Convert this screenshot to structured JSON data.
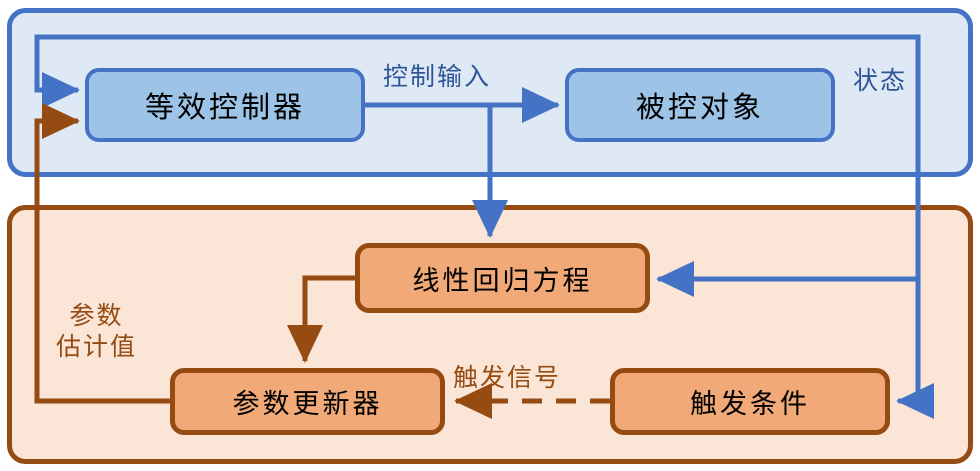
{
  "diagram": {
    "title": "Event-triggered adaptive control block diagram",
    "colors": {
      "blue_border": "#4472C4",
      "blue_fill": "#9DC3E6",
      "blue_panel": "#DEE9F5",
      "brown_border": "#964B12",
      "orange_fill": "#F0A977",
      "orange_panel": "#FAE5D6",
      "blue_text": "#2E5596",
      "brown_text": "#964B12"
    },
    "groups": {
      "control_loop": "",
      "estimation_loop": ""
    },
    "nodes": {
      "controller": "等效控制器",
      "plant": "被控对象",
      "regression": "线性回归方程",
      "updater": "参数更新器",
      "trigger": "触发条件"
    },
    "edge_labels": {
      "control_input": "控制输入",
      "state": "状态",
      "trigger_signal": "触发信号",
      "param_estimate_line1": "参数",
      "param_estimate_line2": "估计值"
    }
  }
}
